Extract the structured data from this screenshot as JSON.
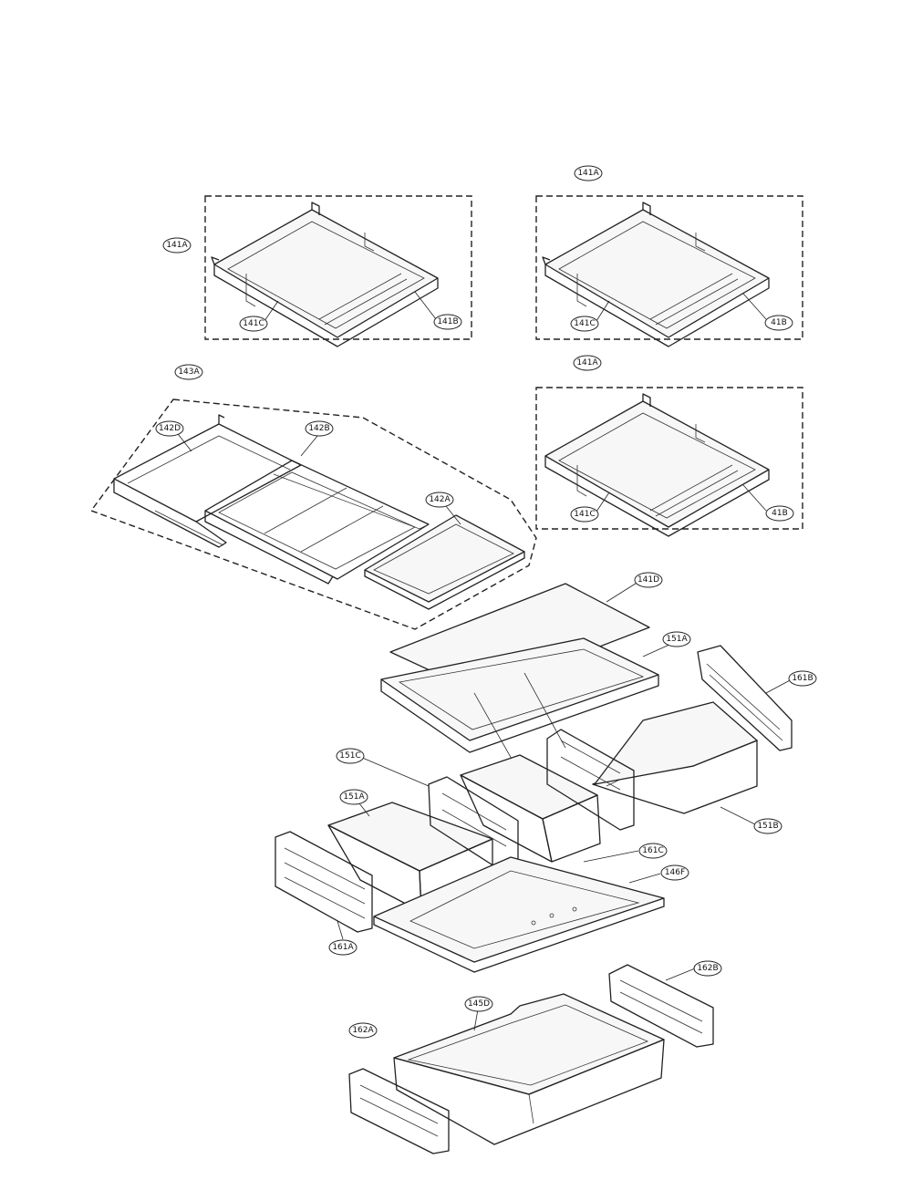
{
  "labels": {
    "l141A_top": "141A",
    "l141A_left": "141A",
    "l141C_left": "141C",
    "l141B_left": "141B",
    "l141C_right": "141C",
    "l41B_right": "41B",
    "l143A": "143A",
    "l141A_mid": "141A",
    "l142D": "142D",
    "l142B": "142B",
    "l142A": "142A",
    "l141C_mid": "141C",
    "l41B_mid": "41B",
    "l141D": "141D",
    "l151A_shelf": "151A",
    "l161B": "161B",
    "l151C": "151C",
    "l151A": "151A",
    "l151B": "151B",
    "l161C": "161C",
    "l146F": "146F",
    "l161A": "161A",
    "l162B": "162B",
    "l145D": "145D",
    "l162A": "162A"
  }
}
